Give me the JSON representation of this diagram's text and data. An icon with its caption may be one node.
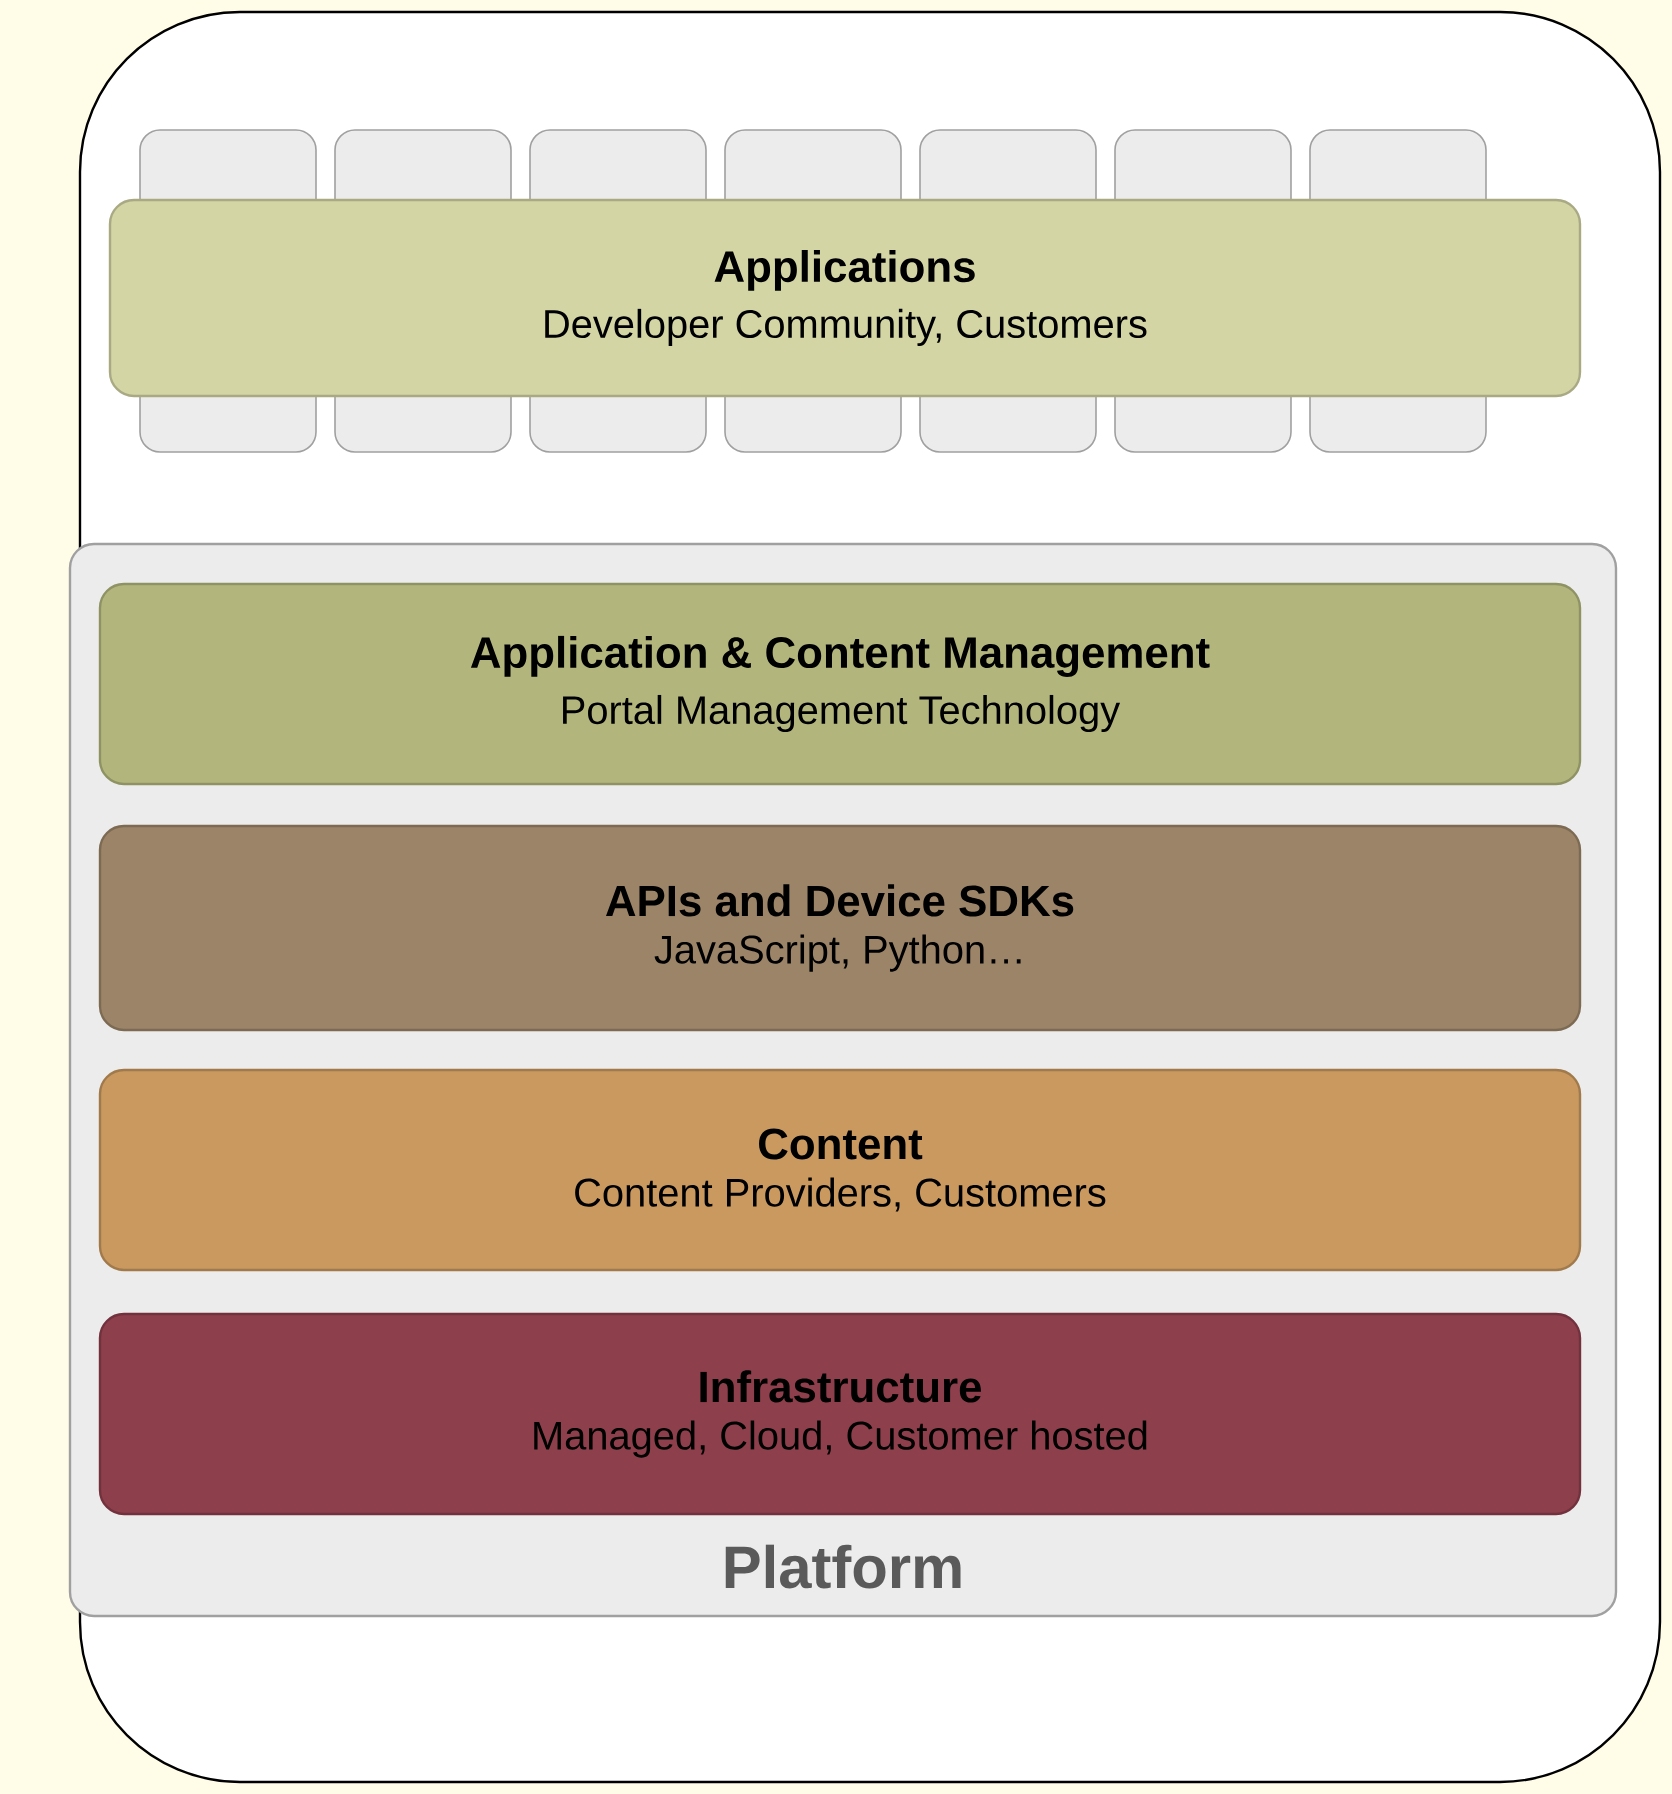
{
  "diagram": {
    "nodes": [
      {
        "text": [
          "Applications",
          "Developer Community, Customers"
        ]
      },
      {
        "text": [
          "Platform"
        ]
      },
      {
        "text": [
          "Application & Content Management",
          "Portal Management Technology"
        ],
        "in": 1
      },
      {
        "text": [
          "APIs and Device SDKs",
          "JavaScript, Python…"
        ],
        "in": 1
      },
      {
        "text": [
          "Content",
          "Content Providers, Customers"
        ],
        "in": 1
      },
      {
        "text": [
          "Infrastructure",
          "Managed, Cloud, Customer hosted"
        ],
        "in": 1
      }
    ]
  }
}
